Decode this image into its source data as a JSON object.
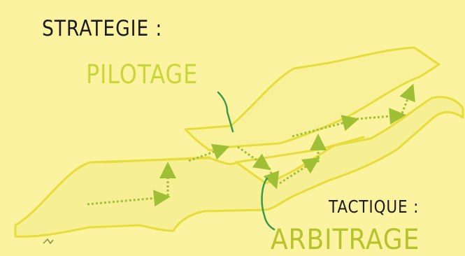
{
  "labels": {
    "strategie": "STRATEGIE :",
    "pilotage": "PILOTAGE",
    "tactique": "TACTIQUE :",
    "arbitrage": "ARBITRAGE"
  },
  "colors": {
    "background": "#fbf39f",
    "ribbon_outline": "#e6dc3a",
    "ribbon_fill": "#f6ee8c",
    "shadow": "#e0d22a",
    "arrow": "#9fbf35",
    "pointer_line": "#3a9a4a",
    "text_dark": "#1c1c1c",
    "text_accent": "#c9d63a"
  }
}
